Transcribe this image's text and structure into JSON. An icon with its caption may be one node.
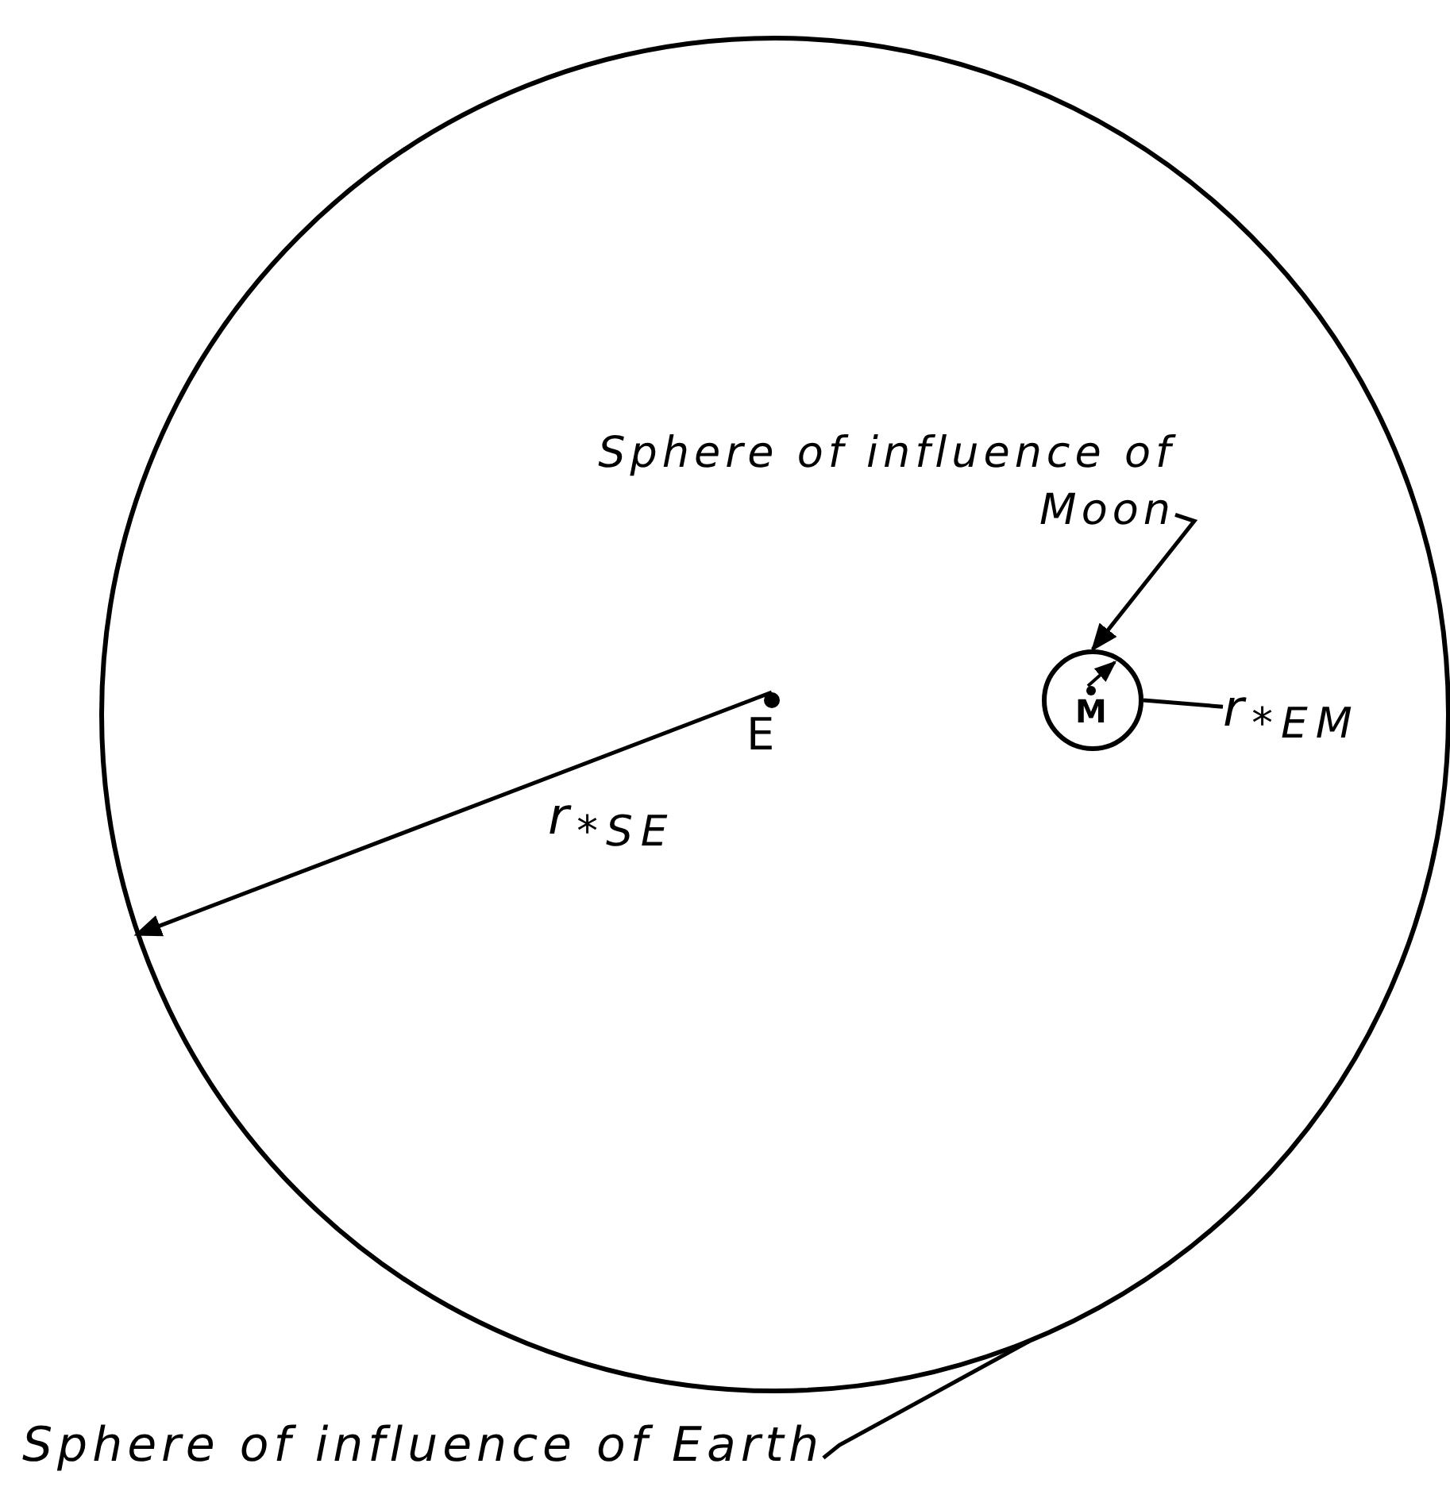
{
  "diagram": {
    "nodes": [
      {
        "text": [],
        "shape": "circle"
      },
      {
        "text": [
          "E"
        ],
        "in": 0
      },
      {
        "text": [
          "M"
        ],
        "in": 0
      },
      {
        "text": [
          "Sphere of influence of Moon"
        ],
        "in": 0
      },
      {
        "text": [
          "Sphere of influence of Earth"
        ]
      },
      {
        "text": [
          "r$_{*EM}$"
        ],
        "in": 0
      }
    ],
    "edges": [
      {
        "from": 3,
        "to": 2,
        "arrow": "to"
      },
      {
        "from": 4,
        "to": 0,
        "arrow": "none"
      },
      {
        "from": 5,
        "to": 2,
        "arrow": "none"
      },
      {
        "from": 1,
        "to": 0,
        "arrow": "to",
        "label": "r$_{*SE}$"
      }
    ]
  }
}
